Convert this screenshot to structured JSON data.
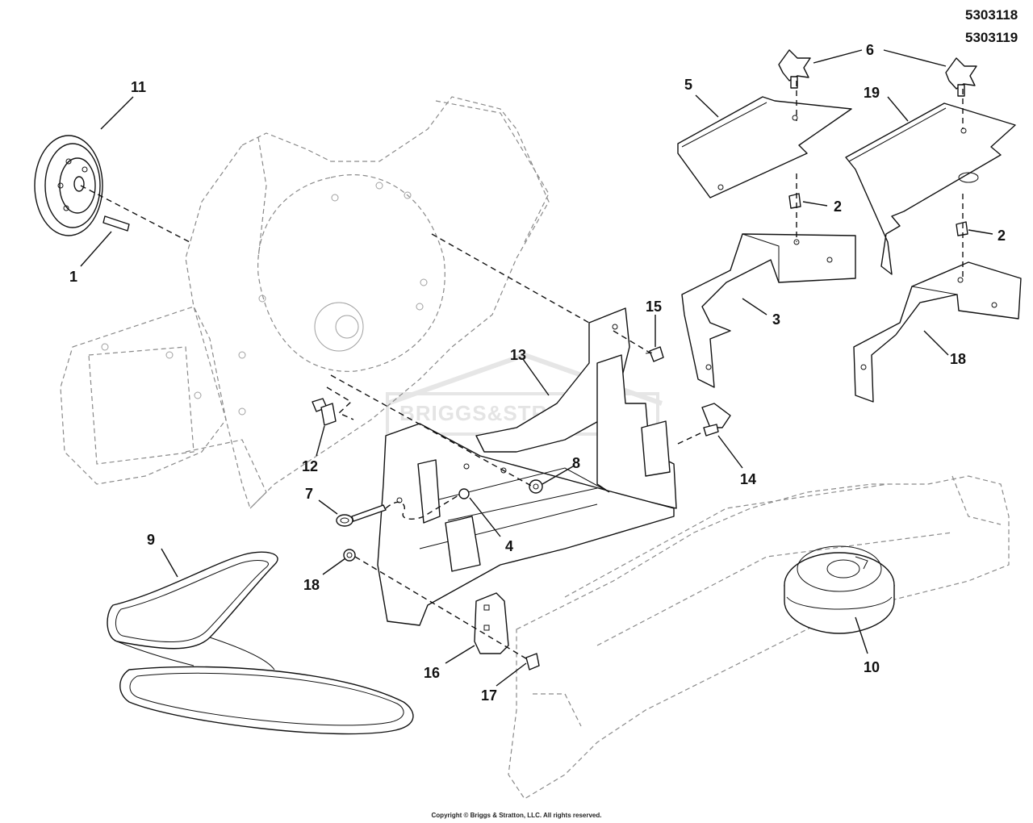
{
  "model_numbers": [
    "5303118",
    "5303119"
  ],
  "watermark": "BRIGGS&STRATTON",
  "copyright": "Copyright © Briggs & Stratton, LLC. All rights reserved.",
  "callouts": {
    "c1": "1",
    "c2a": "2",
    "c2b": "2",
    "c3": "3",
    "c4": "4",
    "c5": "5",
    "c6": "6",
    "c7": "7",
    "c8": "8",
    "c9": "9",
    "c10": "10",
    "c11": "11",
    "c12": "12",
    "c13": "13",
    "c14": "14",
    "c15": "15",
    "c16": "16",
    "c17": "17",
    "c18a": "18",
    "c18b": "18",
    "c19": "19"
  }
}
